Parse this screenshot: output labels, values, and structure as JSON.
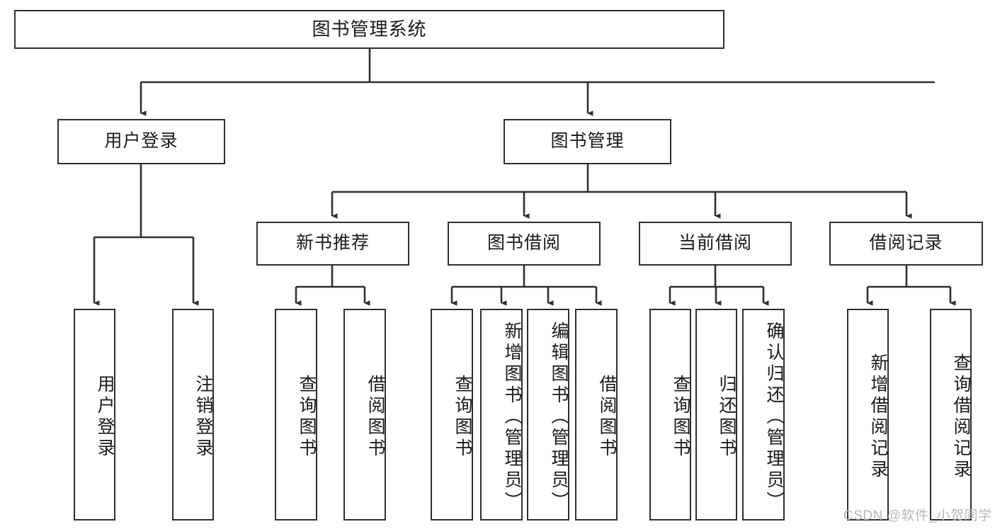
{
  "diagram": {
    "title": "图书管理系统",
    "watermark": "CSDN @软件_小贺同学",
    "stroke_color": "#2f2f2f",
    "background_color": "#ffffff",
    "text_color": "#1a1a1a",
    "watermark_color": "#b9b9b9",
    "root": {
      "label": "图书管理系统"
    },
    "level2": [
      {
        "label": "用户登录"
      },
      {
        "label": "图书管理"
      }
    ],
    "level3": [
      {
        "label": "新书推荐"
      },
      {
        "label": "图书借阅"
      },
      {
        "label": "当前借阅"
      },
      {
        "label": "借阅记录"
      }
    ],
    "leaves": {
      "user_login": [
        {
          "label": "用户登录"
        },
        {
          "label": "注销登录"
        }
      ],
      "new_book_recommend": [
        {
          "label": "查询图书"
        },
        {
          "label": "借阅图书"
        }
      ],
      "book_borrow": [
        {
          "label": "查询图书"
        },
        {
          "label": "新增图书（管理员）"
        },
        {
          "label": "编辑图书（管理员）"
        },
        {
          "label": "借阅图书"
        }
      ],
      "current_borrow": [
        {
          "label": "查询图书"
        },
        {
          "label": "归还图书"
        },
        {
          "label": "确认归还（管理员）"
        }
      ],
      "borrow_record": [
        {
          "label": "新增借阅记录"
        },
        {
          "label": "查询借阅记录"
        }
      ]
    }
  }
}
